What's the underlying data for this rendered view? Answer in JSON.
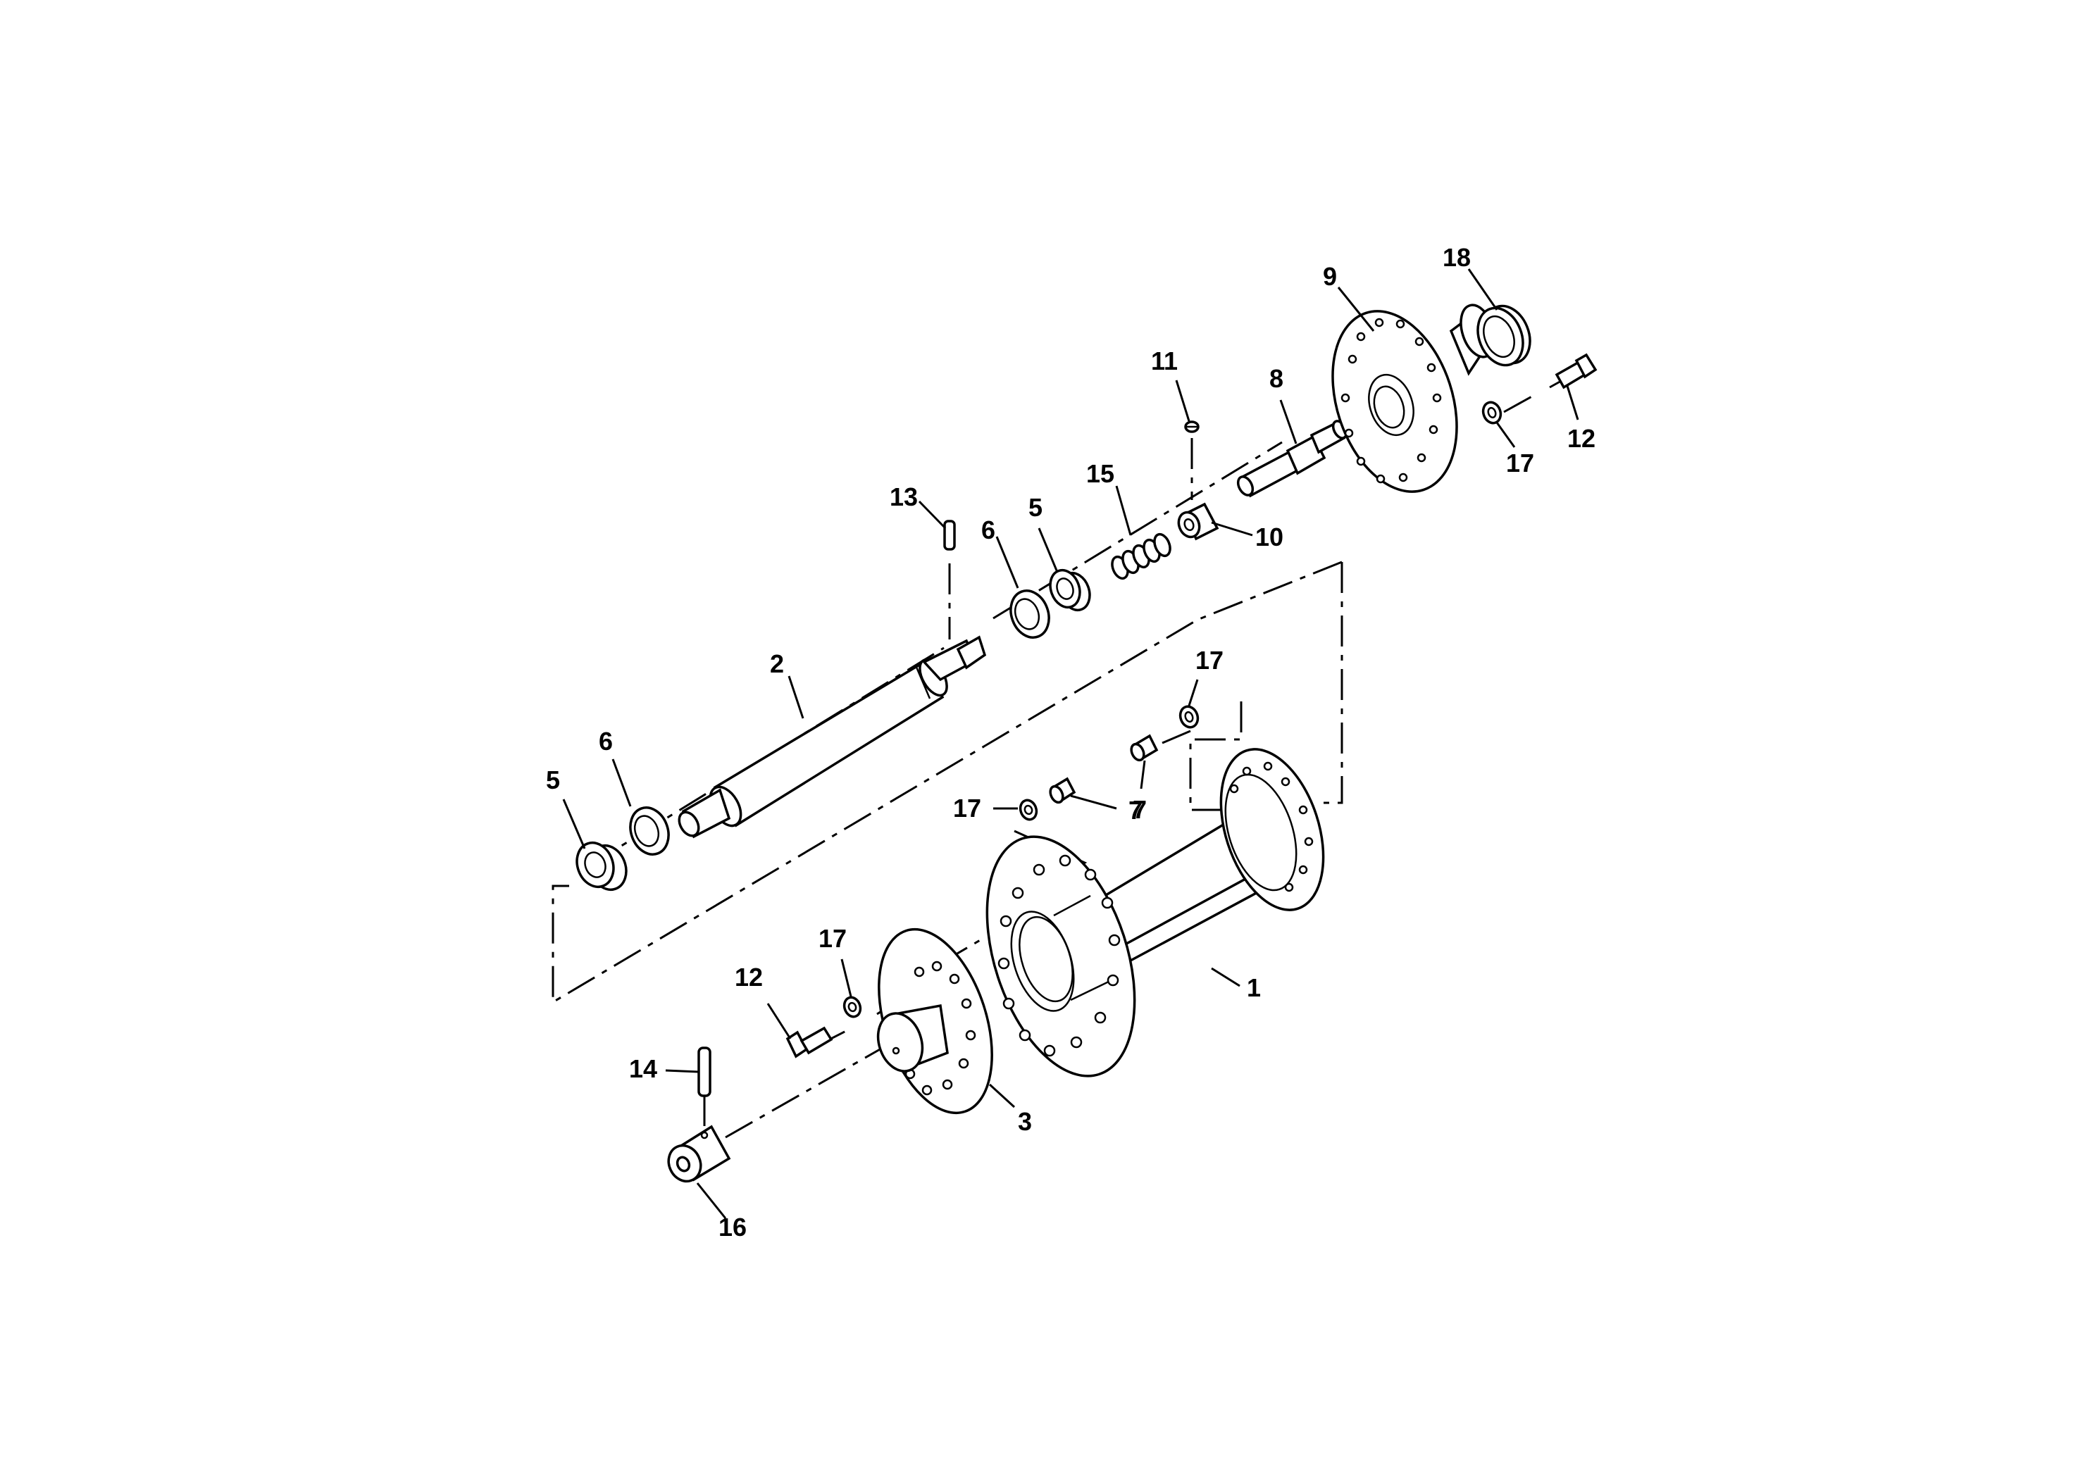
{
  "callouts": [
    {
      "id": "c1",
      "text": "1"
    },
    {
      "id": "c2",
      "text": "2"
    },
    {
      "id": "c3",
      "text": "3"
    },
    {
      "id": "c5a",
      "text": "5"
    },
    {
      "id": "c5b",
      "text": "5"
    },
    {
      "id": "c6a",
      "text": "6"
    },
    {
      "id": "c6b",
      "text": "6"
    },
    {
      "id": "c7a",
      "text": "7"
    },
    {
      "id": "c7b",
      "text": "7"
    },
    {
      "id": "c8",
      "text": "8"
    },
    {
      "id": "c9",
      "text": "9"
    },
    {
      "id": "c10",
      "text": "10"
    },
    {
      "id": "c11",
      "text": "11"
    },
    {
      "id": "c12a",
      "text": "12"
    },
    {
      "id": "c12b",
      "text": "12"
    },
    {
      "id": "c13",
      "text": "13"
    },
    {
      "id": "c14",
      "text": "14"
    },
    {
      "id": "c15",
      "text": "15"
    },
    {
      "id": "c16",
      "text": "16"
    },
    {
      "id": "c17a",
      "text": "17"
    },
    {
      "id": "c17b",
      "text": "17"
    },
    {
      "id": "c17c",
      "text": "17"
    },
    {
      "id": "c17d",
      "text": "17"
    },
    {
      "id": "c18",
      "text": "18"
    }
  ]
}
